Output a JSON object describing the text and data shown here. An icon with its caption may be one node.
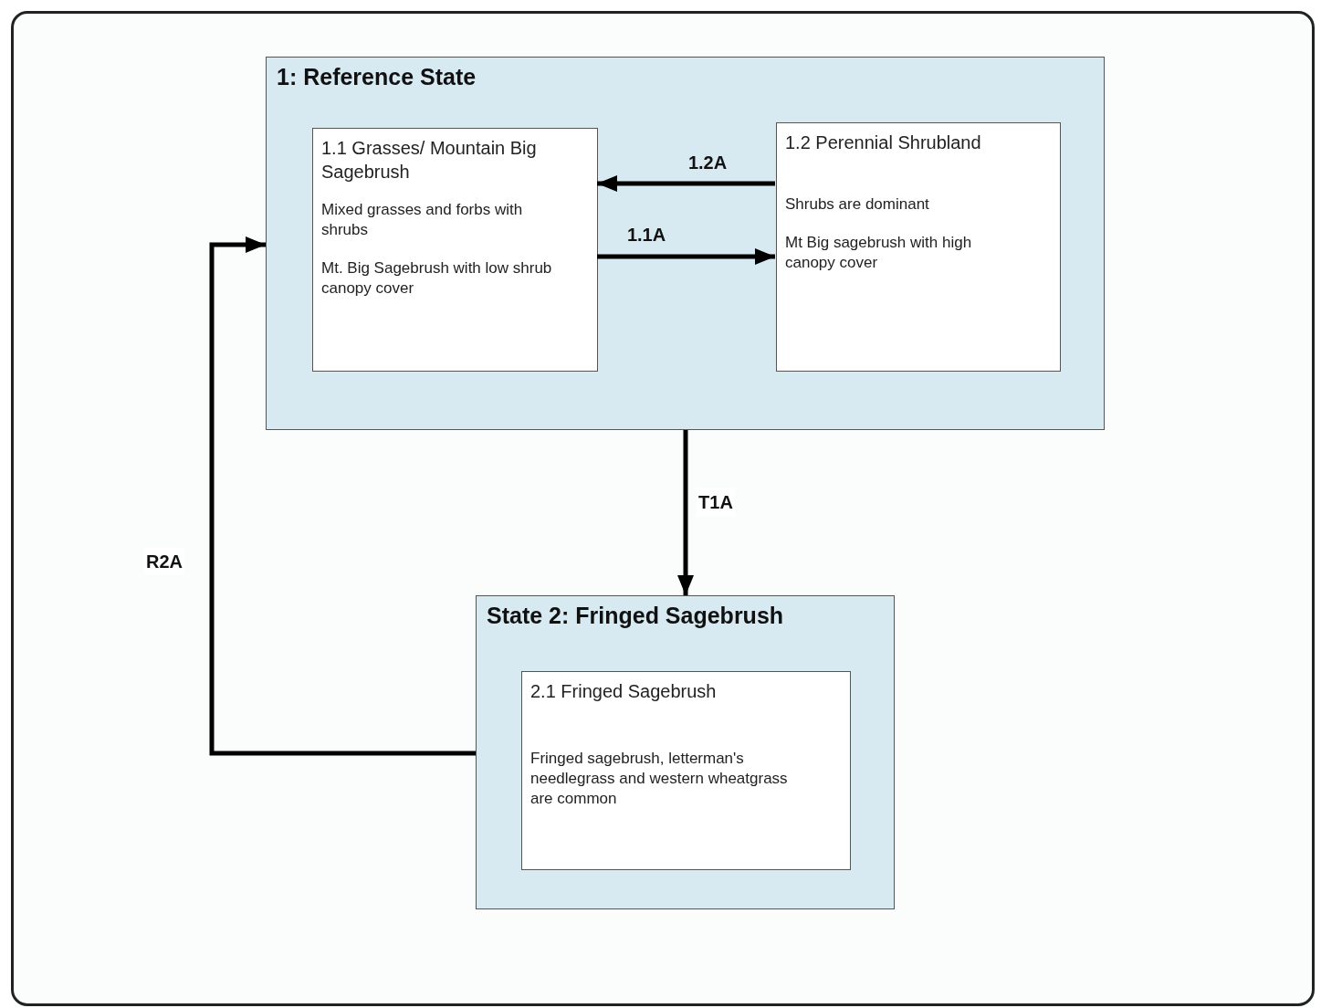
{
  "diagram": {
    "nodes": [
      {
        "text": [
          "1: Reference State"
        ]
      },
      {
        "text": [
          "1.1 Grasses/ Mountain Big Sagebrush",
          "Mixed grasses and forbs with shrubs",
          "Mt. Big Sagebrush with low shrub canopy cover"
        ],
        "in": 0
      },
      {
        "text": [
          "1.2 Perennial Shrubland",
          "Shrubs are dominant",
          "Mt Big sagebrush with high canopy cover"
        ],
        "in": 0
      },
      {
        "text": [
          "State 2: Fringed Sagebrush"
        ]
      },
      {
        "text": [
          "2.1 Fringed Sagebrush",
          "Fringed sagebrush, letterman's needlegrass and western wheatgrass are common"
        ],
        "in": 3
      }
    ],
    "edges": [
      {
        "from": 2,
        "to": 1,
        "arrow": "to",
        "label": "1.2A"
      },
      {
        "from": 1,
        "to": 2,
        "arrow": "to",
        "label": "1.1A"
      },
      {
        "from": 0,
        "to": 3,
        "arrow": "to",
        "label": "T1A"
      },
      {
        "from": 3,
        "to": 0,
        "arrow": "to",
        "label": "R2A"
      }
    ]
  }
}
